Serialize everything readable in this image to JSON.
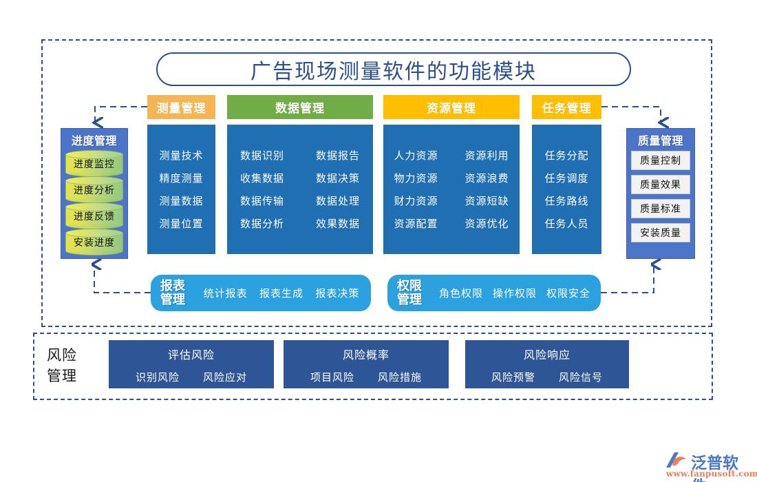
{
  "title": "广告现场测量软件的功能模块",
  "columns": {
    "progress": {
      "header": "进度管理",
      "items": [
        "进度监控",
        "进度分析",
        "进度反馈",
        "安装进度"
      ]
    },
    "measure": {
      "header": "测量管理",
      "header_color": "#F5B553",
      "items": [
        "测量技术",
        "精度测量",
        "测量数据",
        "测量位置"
      ]
    },
    "data": {
      "header": "数据管理",
      "header_color": "#70AD47",
      "items": [
        "数据识别",
        "数据报告",
        "收集数据",
        "数据决策",
        "数据传输",
        "数据处理",
        "数据分析",
        "效果数据"
      ]
    },
    "resource": {
      "header": "资源管理",
      "header_color": "#FFBE00",
      "items": [
        "人力资源",
        "资源利用",
        "物力资源",
        "资源浪费",
        "财力资源",
        "资源短缺",
        "资源配置",
        "资源优化"
      ]
    },
    "task": {
      "header": "任务管理",
      "header_color": "#FFBE00",
      "items": [
        "任务分配",
        "任务调度",
        "任务路线",
        "任务人员"
      ]
    },
    "quality": {
      "header": "质量管理",
      "items": [
        "质量控制",
        "质量效果",
        "质量标准",
        "安装质量"
      ]
    }
  },
  "bars": {
    "report": {
      "name_line1": "报表",
      "name_line2": "管理",
      "items": [
        "统计报表",
        "报表生成",
        "报表决策"
      ]
    },
    "permission": {
      "name_line1": "权限",
      "name_line2": "管理",
      "items": [
        "角色权限",
        "操作权限",
        "权限安全"
      ]
    }
  },
  "risk": {
    "label_line1": "风险",
    "label_line2": "管理",
    "groups": [
      {
        "title": "评估风险",
        "items": [
          "识别风险",
          "风险应对"
        ]
      },
      {
        "title": "风险概率",
        "items": [
          "项目风险",
          "风险措施"
        ]
      },
      {
        "title": "风险响应",
        "items": [
          "风险预警",
          "风险信号"
        ]
      }
    ]
  },
  "logo": {
    "wordmark": "泛普软件",
    "url": "www.fanpusoft.com"
  },
  "colors": {
    "frame": "#2B4E91",
    "panel_blue": "#1F6FB2",
    "column_blue": "#4C74C9",
    "bar_blue": "#2BA1DF",
    "risk_blue": "#2E5596",
    "green": "#70AD47",
    "amber": "#FFBE00",
    "orange": "#F5B553"
  }
}
